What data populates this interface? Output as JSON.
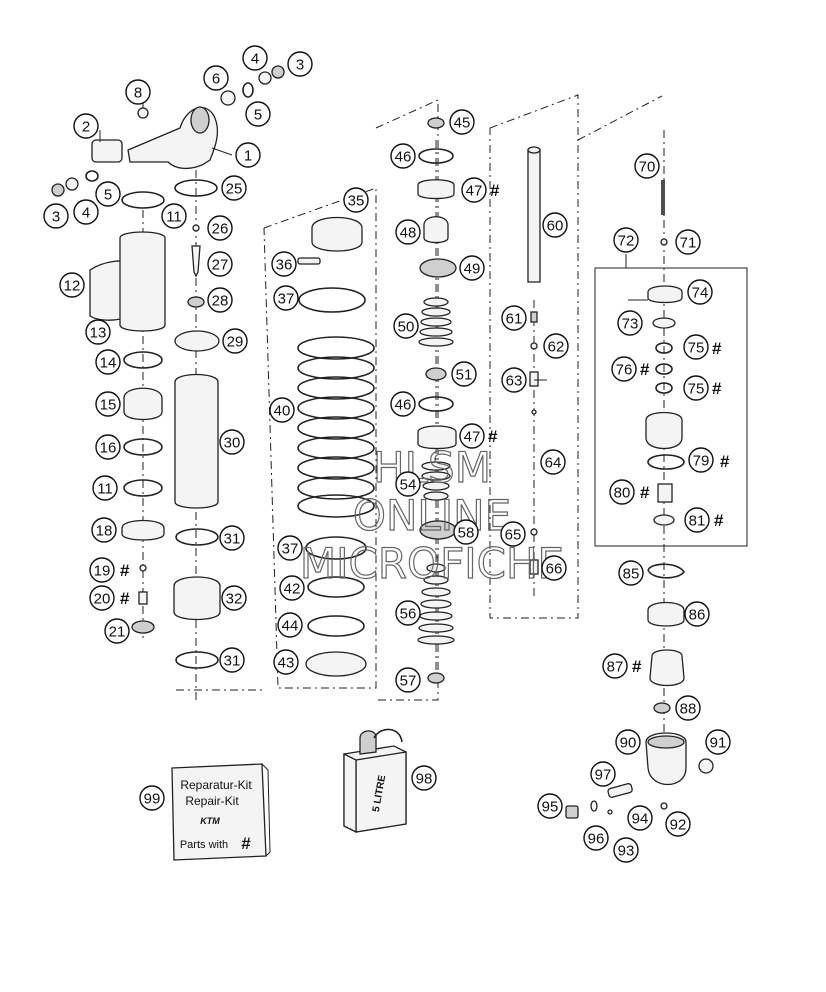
{
  "callouts": [
    {
      "id": "1",
      "label": "1"
    },
    {
      "id": "2",
      "label": "2"
    },
    {
      "id": "3a",
      "label": "3"
    },
    {
      "id": "3b",
      "label": "3"
    },
    {
      "id": "4a",
      "label": "4"
    },
    {
      "id": "4b",
      "label": "4"
    },
    {
      "id": "5a",
      "label": "5"
    },
    {
      "id": "5b",
      "label": "5"
    },
    {
      "id": "6",
      "label": "6"
    },
    {
      "id": "8",
      "label": "8"
    },
    {
      "id": "11a",
      "label": "11"
    },
    {
      "id": "11b",
      "label": "11"
    },
    {
      "id": "12",
      "label": "12"
    },
    {
      "id": "13",
      "label": "13"
    },
    {
      "id": "14",
      "label": "14"
    },
    {
      "id": "15",
      "label": "15"
    },
    {
      "id": "16",
      "label": "16"
    },
    {
      "id": "18",
      "label": "18"
    },
    {
      "id": "19",
      "label": "19"
    },
    {
      "id": "20",
      "label": "20"
    },
    {
      "id": "21",
      "label": "21"
    },
    {
      "id": "25",
      "label": "25"
    },
    {
      "id": "26",
      "label": "26"
    },
    {
      "id": "27",
      "label": "27"
    },
    {
      "id": "28",
      "label": "28"
    },
    {
      "id": "29",
      "label": "29"
    },
    {
      "id": "30",
      "label": "30"
    },
    {
      "id": "31a",
      "label": "31"
    },
    {
      "id": "31b",
      "label": "31"
    },
    {
      "id": "32",
      "label": "32"
    },
    {
      "id": "35",
      "label": "35"
    },
    {
      "id": "36",
      "label": "36"
    },
    {
      "id": "37a",
      "label": "37"
    },
    {
      "id": "37b",
      "label": "37"
    },
    {
      "id": "40",
      "label": "40"
    },
    {
      "id": "42",
      "label": "42"
    },
    {
      "id": "43",
      "label": "43"
    },
    {
      "id": "44",
      "label": "44"
    },
    {
      "id": "45",
      "label": "45"
    },
    {
      "id": "46a",
      "label": "46"
    },
    {
      "id": "46b",
      "label": "46"
    },
    {
      "id": "47a",
      "label": "47"
    },
    {
      "id": "47b",
      "label": "47"
    },
    {
      "id": "48",
      "label": "48"
    },
    {
      "id": "49",
      "label": "49"
    },
    {
      "id": "50",
      "label": "50"
    },
    {
      "id": "51",
      "label": "51"
    },
    {
      "id": "54",
      "label": "54"
    },
    {
      "id": "56",
      "label": "56"
    },
    {
      "id": "57",
      "label": "57"
    },
    {
      "id": "58",
      "label": "58"
    },
    {
      "id": "60",
      "label": "60"
    },
    {
      "id": "61",
      "label": "61"
    },
    {
      "id": "62",
      "label": "62"
    },
    {
      "id": "63",
      "label": "63"
    },
    {
      "id": "64",
      "label": "64"
    },
    {
      "id": "65",
      "label": "65"
    },
    {
      "id": "66",
      "label": "66"
    },
    {
      "id": "70",
      "label": "70"
    },
    {
      "id": "71",
      "label": "71"
    },
    {
      "id": "72",
      "label": "72"
    },
    {
      "id": "73",
      "label": "73"
    },
    {
      "id": "74",
      "label": "74"
    },
    {
      "id": "75a",
      "label": "75"
    },
    {
      "id": "75b",
      "label": "75"
    },
    {
      "id": "76",
      "label": "76"
    },
    {
      "id": "79",
      "label": "79"
    },
    {
      "id": "80",
      "label": "80"
    },
    {
      "id": "81",
      "label": "81"
    },
    {
      "id": "85",
      "label": "85"
    },
    {
      "id": "86",
      "label": "86"
    },
    {
      "id": "87",
      "label": "87"
    },
    {
      "id": "88",
      "label": "88"
    },
    {
      "id": "90",
      "label": "90"
    },
    {
      "id": "91",
      "label": "91"
    },
    {
      "id": "92",
      "label": "92"
    },
    {
      "id": "93",
      "label": "93"
    },
    {
      "id": "94",
      "label": "94"
    },
    {
      "id": "95",
      "label": "95"
    },
    {
      "id": "96",
      "label": "96"
    },
    {
      "id": "97",
      "label": "97"
    },
    {
      "id": "98",
      "label": "98"
    },
    {
      "id": "99",
      "label": "99"
    }
  ],
  "hash_mark": "#",
  "watermark": {
    "line1": "HLSM",
    "line2": "ONLINE",
    "line3": "MICROFICHE"
  },
  "oil_can": {
    "label": "5 LITRE"
  },
  "repair_kit": {
    "line1": "Reparatur-Kit",
    "line2": "Repair-Kit",
    "brand": "KTM",
    "parts_with": "Parts with",
    "hash": "#"
  }
}
